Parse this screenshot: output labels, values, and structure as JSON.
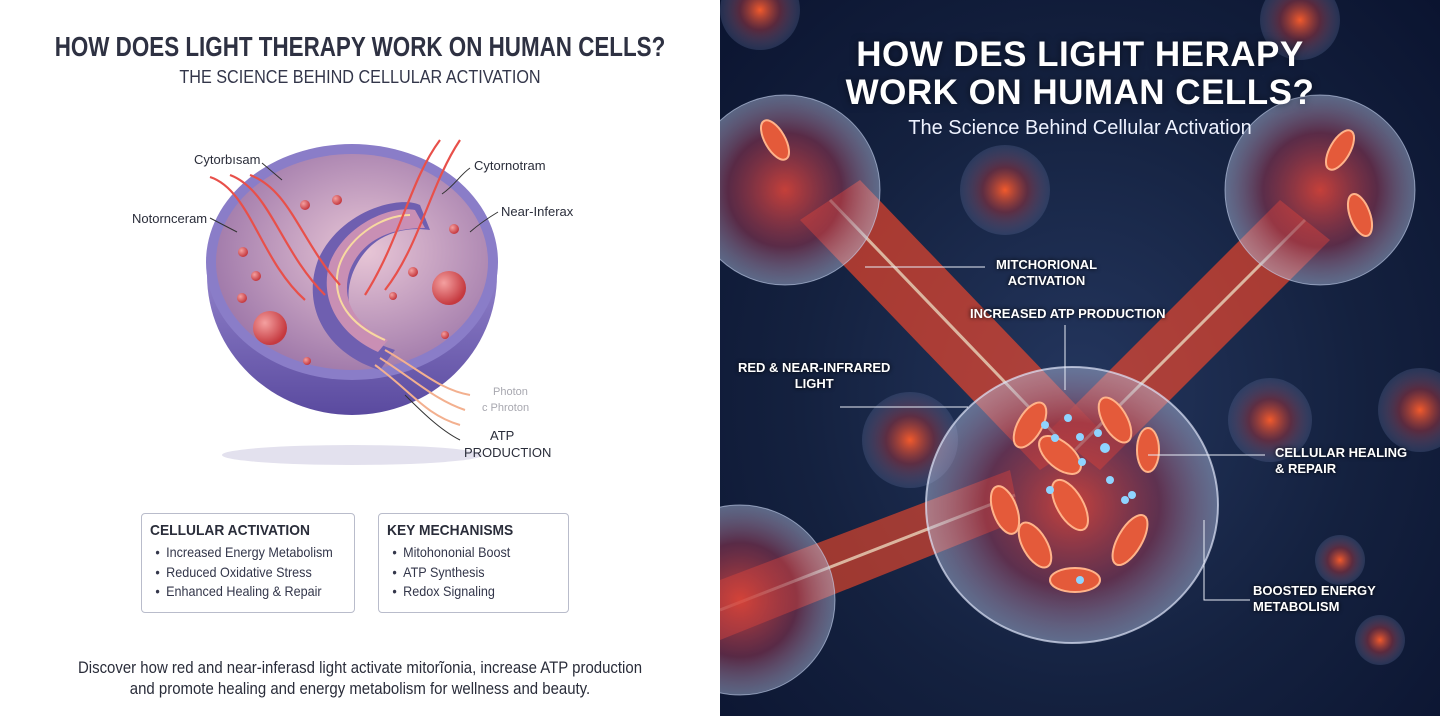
{
  "left": {
    "title": "HOW DOES LIGHT THERAPY WORK ON HUMAN CELLS?",
    "subtitle": "THE SCIENCE BEHIND CELLULAR ACTIVATION",
    "labels": {
      "cytorbisam": "Cytorbısam",
      "cytornotram": "Cytornotram",
      "notornceram": "Notornceram",
      "near_inferax": "Near-Inferax",
      "photon_1": "Photon",
      "photon_2": "c Phroton",
      "atp_1": "ATP",
      "atp_2": "PRODUCTION"
    },
    "boxes": [
      {
        "title": "CELLULAR ACTIVATION",
        "items": [
          "Increased Energy Metabolism",
          "Reduced Oxidative Stress",
          "Enhanced Healing & Repair"
        ]
      },
      {
        "title": "KEY MECHANISMS",
        "items": [
          "Mitohononial Boost",
          "ATP Synthesis",
          "Redox Signaling"
        ]
      }
    ],
    "description_1": "Discover how red and near-inferasd light activate mitorĩonia, increase ATP production",
    "description_2": "and promote healing and energy metabolism for wellness and beauty."
  },
  "right": {
    "title_1": "HOW DES LIGHT HERAPY",
    "title_2": "WORK ON HUMAN CELLS?",
    "subtitle": "The Science Behind Cellular Activation",
    "labels": {
      "mito_1": "MITCHORIONAL",
      "mito_2": "ACTIVATION",
      "atp": "INCREASED ATP PRODUCTION",
      "light_1": "RED & NEAR-INFRARED",
      "light_2": "LIGHT",
      "healing_1": "CELLULAR HEALING",
      "healing_2": "& REPAIR",
      "energy_1": "BOOSTED ENERGY",
      "energy_2": "METABOLISM"
    }
  },
  "colors": {
    "cell_purple": "#7d6bb8",
    "light_red": "#e8443a",
    "dark_bg": "#14213f"
  }
}
